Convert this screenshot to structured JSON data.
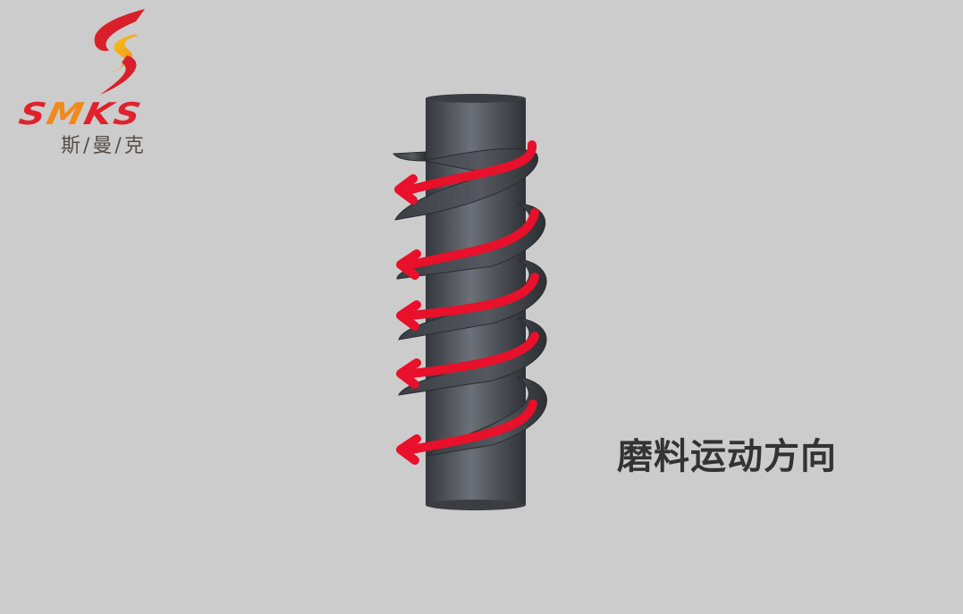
{
  "logo": {
    "brand": "SMKS",
    "brand_chars": [
      "S",
      "M",
      "K",
      "S"
    ],
    "chinese_name": "斯/曼/克",
    "colors": {
      "primary_red": "#e0222c",
      "accent_orange": "#f08a1a",
      "accent_yellow": "#f7c51e",
      "text_gray": "#555049"
    }
  },
  "diagram": {
    "subject": "screw-conveyor-shaft",
    "arrow_color": "#e8102a",
    "shaft_color": "#4a4d53",
    "arrow_count": 5,
    "arrow_direction": "left"
  },
  "caption": {
    "text": "磨料运动方向",
    "color": "#333333"
  },
  "background_color": "#cccccc"
}
